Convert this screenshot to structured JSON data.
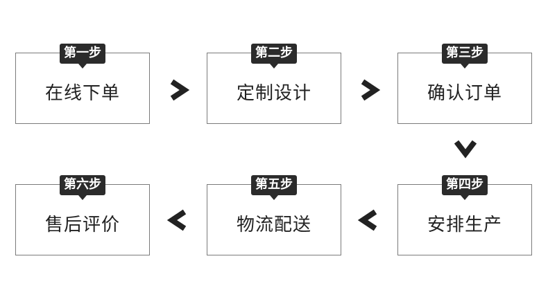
{
  "steps": [
    {
      "badge": "第一步",
      "label": "在线下单"
    },
    {
      "badge": "第二步",
      "label": "定制设计"
    },
    {
      "badge": "第三步",
      "label": "确认订单"
    },
    {
      "badge": "第四步",
      "label": "安排生产"
    },
    {
      "badge": "第五步",
      "label": "物流配送"
    },
    {
      "badge": "第六步",
      "label": "售后评价"
    }
  ],
  "colors": {
    "badge_bg": "#2b2b2b",
    "border": "#7a7a7a",
    "arrow": "#222222"
  },
  "icons": [
    "chevron-right-icon",
    "chevron-down-icon",
    "chevron-left-icon"
  ]
}
